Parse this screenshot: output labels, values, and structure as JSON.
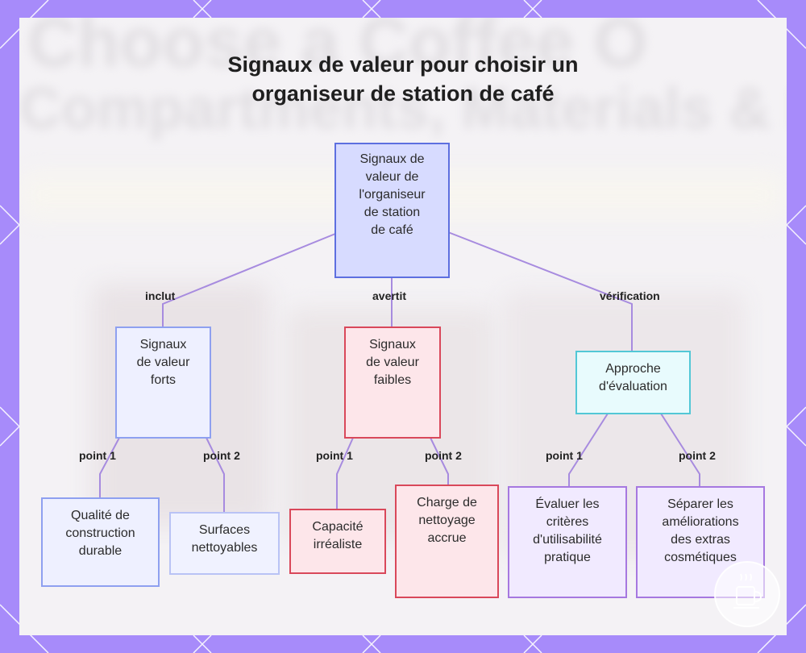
{
  "title": {
    "line1": "Signaux de valeur pour choisir un",
    "line2": "organiseur de station de café"
  },
  "background_text": {
    "line1": "Choose a Coffee O",
    "line2": "Compartments, Materials & L"
  },
  "nodes": {
    "root": [
      "Signaux de",
      "valeur de",
      "l'organiseur",
      "de station",
      "de café"
    ],
    "strong": [
      "Signaux",
      "de valeur",
      "forts"
    ],
    "weak": [
      "Signaux",
      "de valeur",
      "faibles"
    ],
    "approach": [
      "Approche",
      "d'évaluation"
    ],
    "durable": [
      "Qualité de",
      "construction",
      "durable"
    ],
    "cleanable": [
      "Surfaces",
      "nettoyables"
    ],
    "unrealistic": [
      "Capacité",
      "irréaliste"
    ],
    "cleaning_load": [
      "Charge de",
      "nettoyage",
      "accrue"
    ],
    "usability": [
      "Évaluer les",
      "critères",
      "d'utilisabilité",
      "pratique"
    ],
    "separate": [
      "Séparer les",
      "améliorations",
      "des extras",
      "cosmétiques"
    ]
  },
  "edges": {
    "root_strong": "inclut",
    "root_weak": "avertit",
    "root_approach": "vérification",
    "strong_durable": "point 1",
    "strong_cleanable": "point 2",
    "weak_unrealistic": "point 1",
    "weak_cleaning": "point 2",
    "approach_usability": "point 1",
    "approach_separate": "point 2"
  },
  "colors": {
    "frame": "#a78bfa",
    "edge": "#a78bdf",
    "root_fill": "#d7dbff",
    "red_border": "#d9485a",
    "teal_border": "#52c7d6",
    "purple_border": "#a678e0"
  },
  "icons": {
    "logo": "coffee-cup-logo-icon"
  }
}
